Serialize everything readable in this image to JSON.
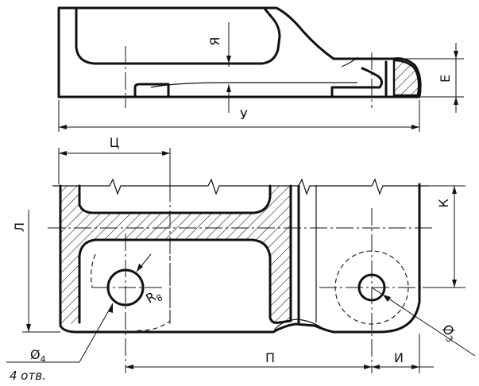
{
  "drawing": {
    "labels": {
      "ya": "Я",
      "u": "У",
      "e": "Е",
      "ts": "Ц",
      "l": "Л",
      "k": "К",
      "p": "П",
      "i": "И",
      "r": "R",
      "r_sub": "8",
      "phi4": "Ø",
      "phi4_sub": "4",
      "phi3": "Ø",
      "phi3_sub": "3",
      "holes": "4 отв."
    }
  }
}
